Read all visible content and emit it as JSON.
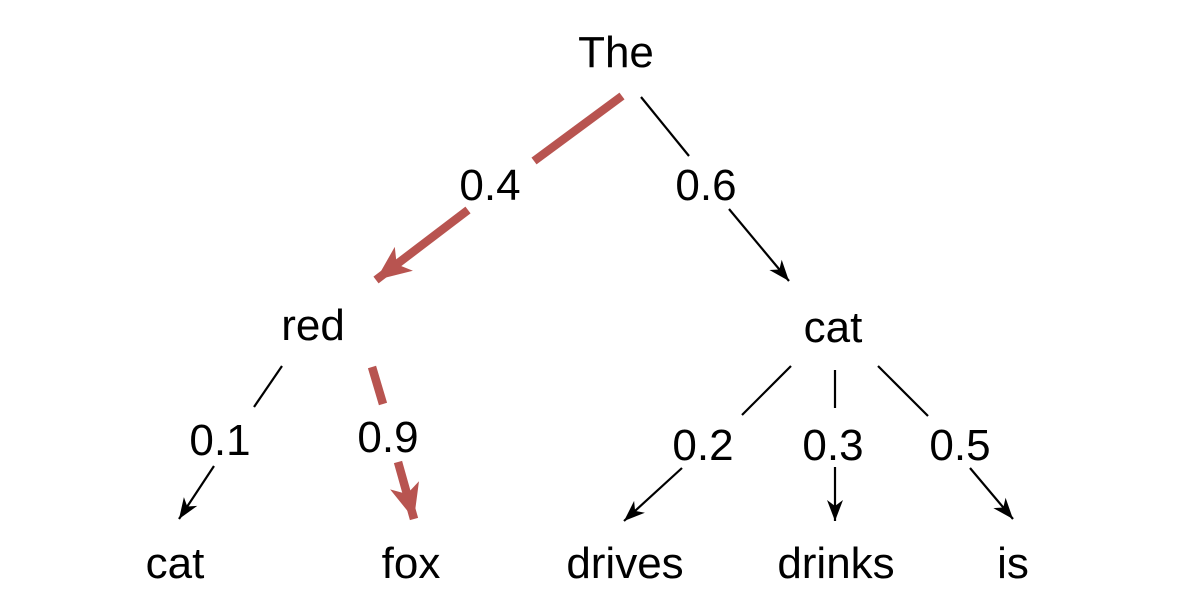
{
  "colors": {
    "highlight": "#b85450",
    "edge": "#000000",
    "text": "#000000",
    "background": "#ffffff"
  },
  "diagram": {
    "type": "probability-tree",
    "root": {
      "label": "The"
    },
    "level1": [
      {
        "label": "red"
      },
      {
        "label": "cat"
      }
    ],
    "leaves": [
      {
        "label": "cat"
      },
      {
        "label": "fox"
      },
      {
        "label": "drives"
      },
      {
        "label": "drinks"
      },
      {
        "label": "is"
      }
    ],
    "edges": [
      {
        "from": "The",
        "to": "red",
        "probability": "0.4",
        "highlighted": true
      },
      {
        "from": "The",
        "to": "cat",
        "probability": "0.6",
        "highlighted": false
      },
      {
        "from": "red",
        "to": "cat",
        "probability": "0.1",
        "highlighted": false
      },
      {
        "from": "red",
        "to": "fox",
        "probability": "0.9",
        "highlighted": true
      },
      {
        "from": "cat",
        "to": "drives",
        "probability": "0.2",
        "highlighted": false
      },
      {
        "from": "cat",
        "to": "drinks",
        "probability": "0.3",
        "highlighted": false
      },
      {
        "from": "cat",
        "to": "is",
        "probability": "0.5",
        "highlighted": false
      }
    ]
  }
}
